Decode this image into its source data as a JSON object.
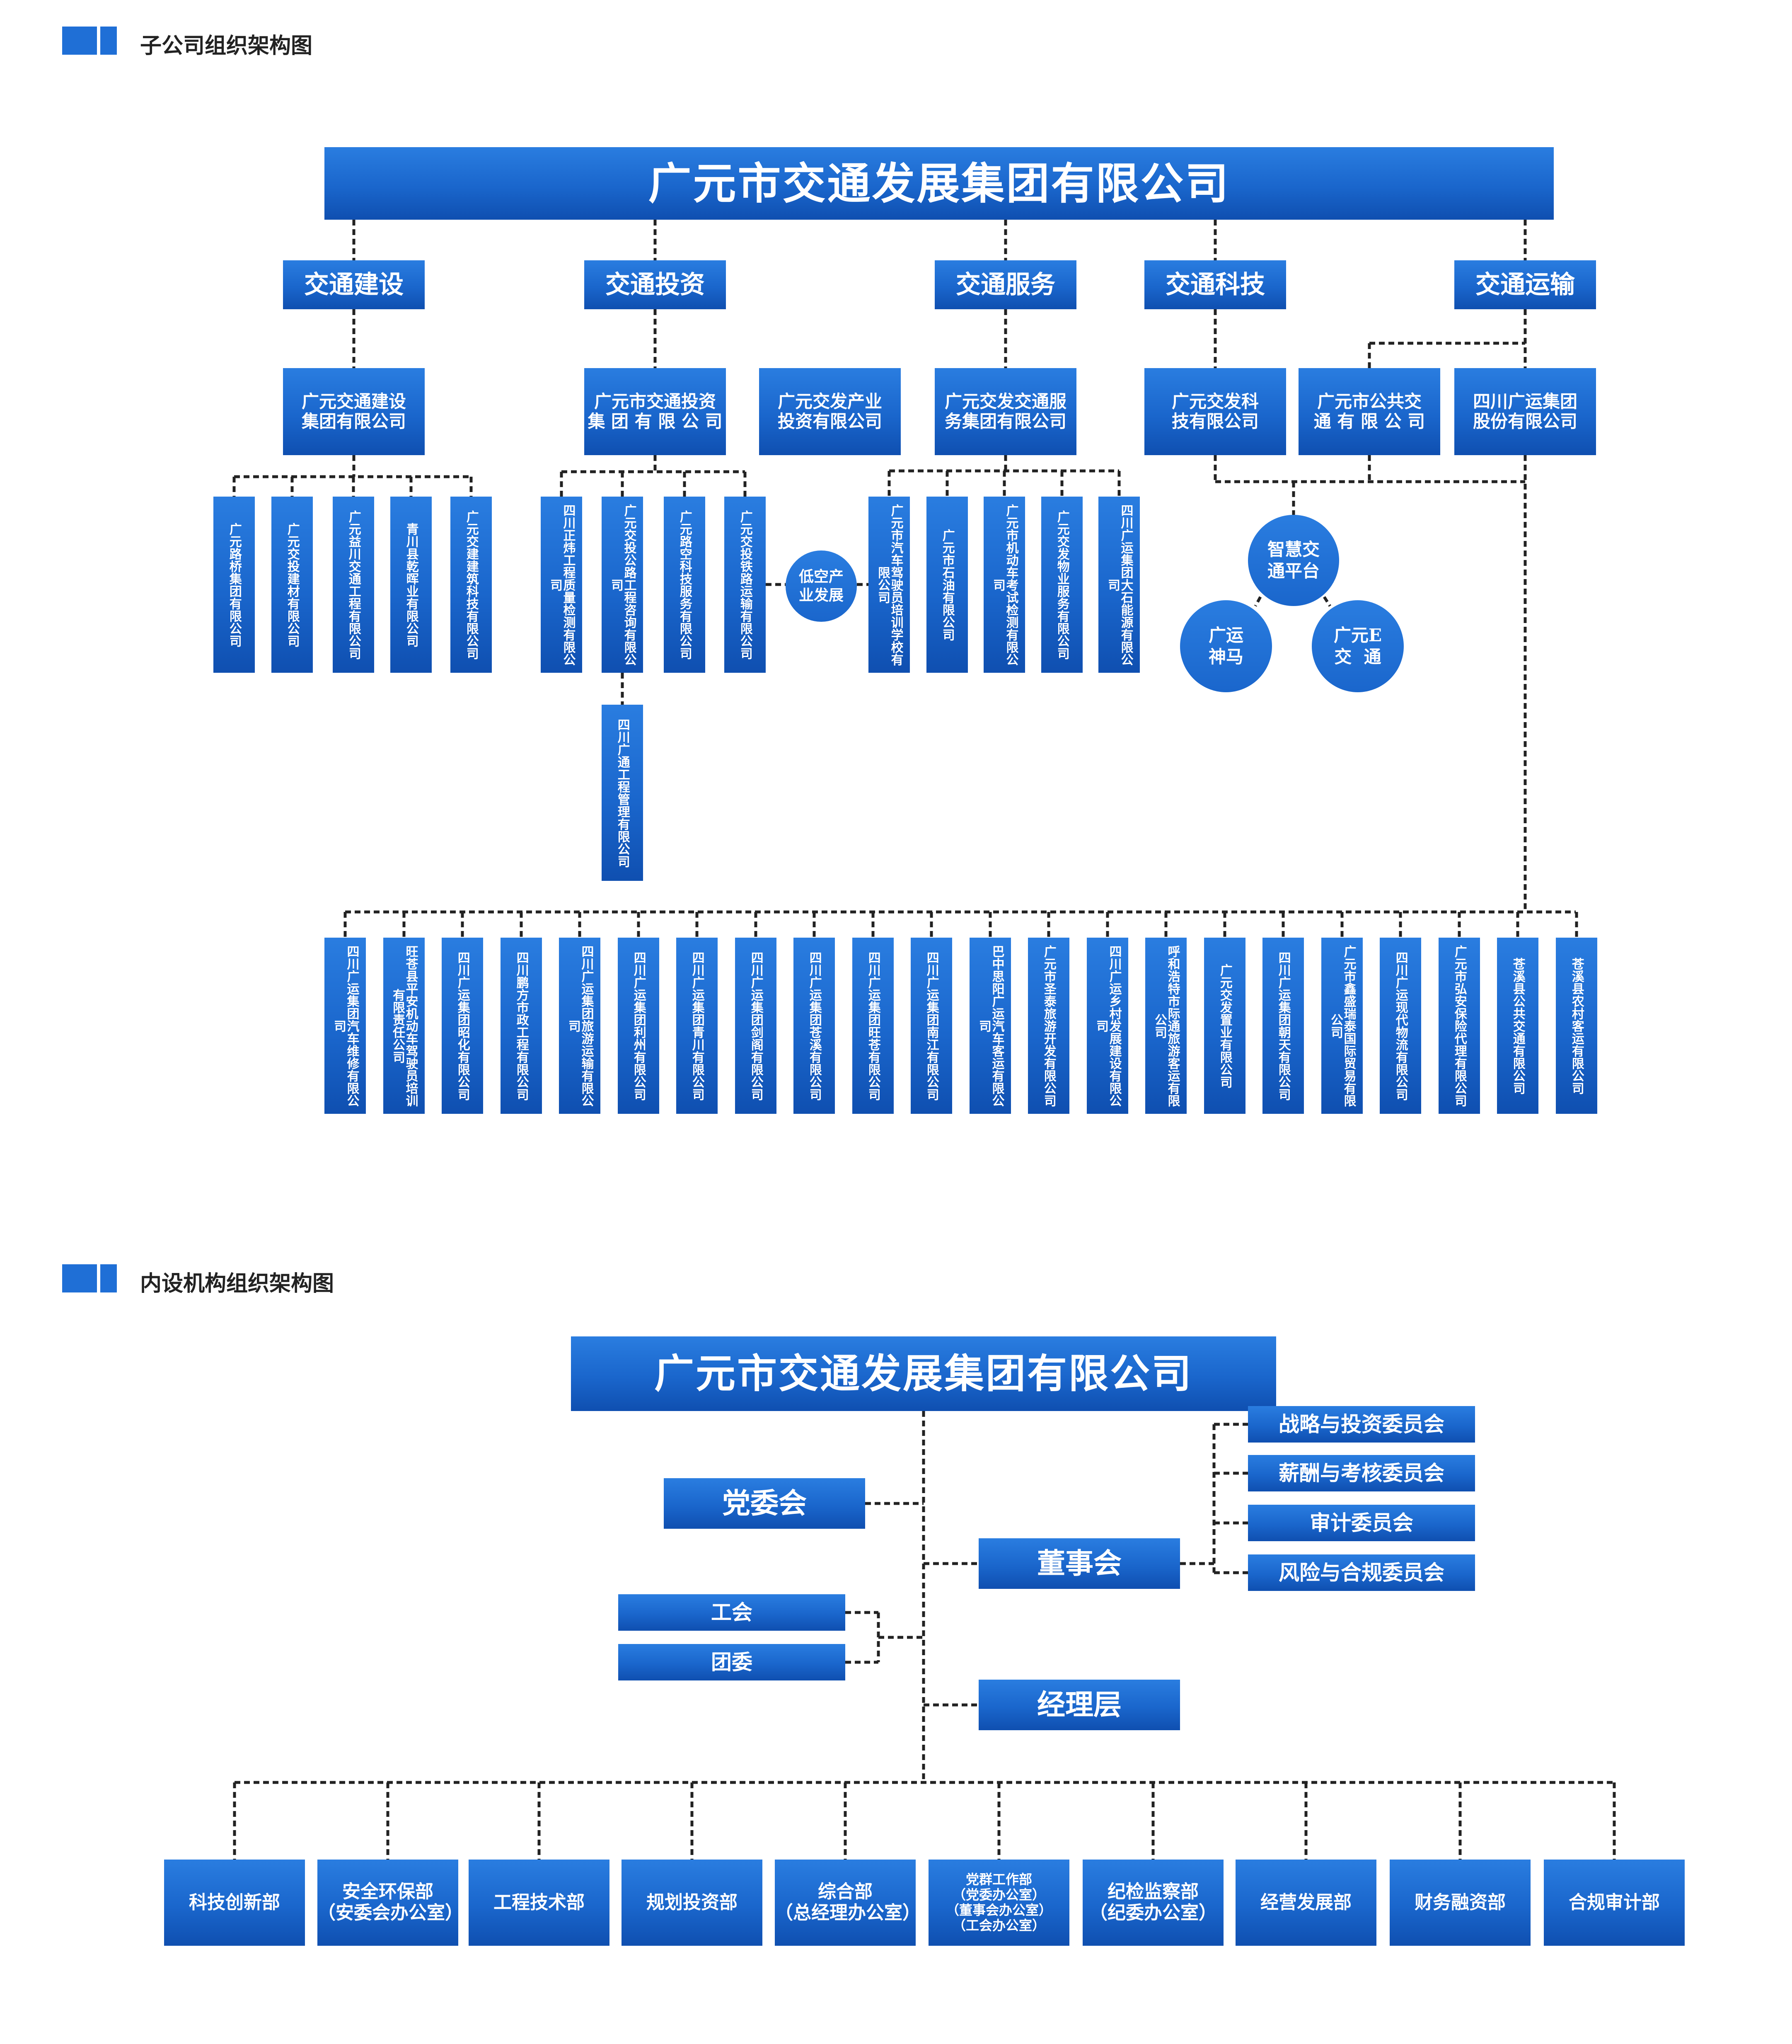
{
  "section1": {
    "title": "子公司组织架构图",
    "root": "广元市交通发展集团有限公司",
    "groups": [
      "交通建设",
      "交通投资",
      "交通服务",
      "交通科技",
      "交通运输"
    ],
    "companies": [
      "广元交通建设\n集团有限公司",
      "广元市交通投资\n集 团 有 限 公 司",
      "广元交发产业\n投资有限公司",
      "广元交发交通服\n务集团有限公司",
      "广元交发科\n技有限公司",
      "广元市公共交\n通 有 限 公 司",
      "四川广运集团\n股份有限公司"
    ],
    "construction_subs": [
      "广元路桥集团有限公司",
      "广元交投建材有限公司",
      "广元益川交通工程有限公司",
      "青川县乾晖业有限公司",
      "广元交建建筑科技有限公司"
    ],
    "investment_subs": [
      "四川正炜工程质量检测有限公司",
      "广元交投公路工程咨询有限公司",
      "广元路空科技服务有限公司",
      "广元交投铁路运输有限公司"
    ],
    "investment_sub2": "四川广通工程管理有限公司",
    "low_altitude": "低空产\n业发展",
    "service_subs": [
      "广元市汽车驾驶员培训学校有限公司",
      "广元市石油有限公司",
      "广元市机动车考试检测有限公司",
      "广元交发物业服务有限公司",
      "四川广运集团大石能源有限公司"
    ],
    "platforms": {
      "center": "智慧交\n通平台",
      "left": "广运\n神马",
      "right": "广元E\n交  通"
    },
    "transport_subs": [
      "四川广运集团汽车维修有限公司",
      "旺苍县平安机动车驾驶员培训有限责任公司",
      "四川广运集团昭化有限公司",
      "四川鹏方市政工程有限公司",
      "四川广运集团旅游运输有限公司",
      "四川广运集团利州有限公司",
      "四川广运集团青川有限公司",
      "四川广运集团剑阁有限公司",
      "四川广运集团苍溪有限公司",
      "四川广运集团旺苍有限公司",
      "四川广运集团南江有限公司",
      "巴中思阳广运汽车客运有限公司",
      "广元市圣泰旅游开发有限公司",
      "四川广运乡村发展建设有限公司",
      "呼和浩特市际通旅游客运有限公司",
      "广元交发置业有限公司",
      "四川广运集团朝天有限公司",
      "广元市鑫盛瑞泰国际贸易有限公司",
      "四川广运现代物流有限公司",
      "广元市弘安保险代理有限公司",
      "苍溪县公共交通有限公司",
      "苍溪县农村客运有限公司"
    ]
  },
  "section2": {
    "title": "内设机构组织架构图",
    "root": "广元市交通发展集团有限公司",
    "party": "党委会",
    "board": "董事会",
    "union": "工会",
    "youth": "团委",
    "management": "经理层",
    "committees": [
      "战略与投资委员会",
      "薪酬与考核委员会",
      "审计委员会",
      "风险与合规委员会"
    ],
    "departments": [
      "科技创新部",
      "安全环保部\n（安委会办公室）",
      "工程技术部",
      "规划投资部",
      "综合部\n（总经理办公室）",
      "党群工作部\n（党委办公室）\n（董事会办公室）\n（工会办公室）",
      "纪检监察部\n（纪委办公室）",
      "经营发展部",
      "财务融资部",
      "合规审计部"
    ]
  },
  "colors": {
    "box_top": "#2a7de0",
    "box_bottom": "#0f4fb0",
    "line": "#222222",
    "text": "#222222"
  }
}
